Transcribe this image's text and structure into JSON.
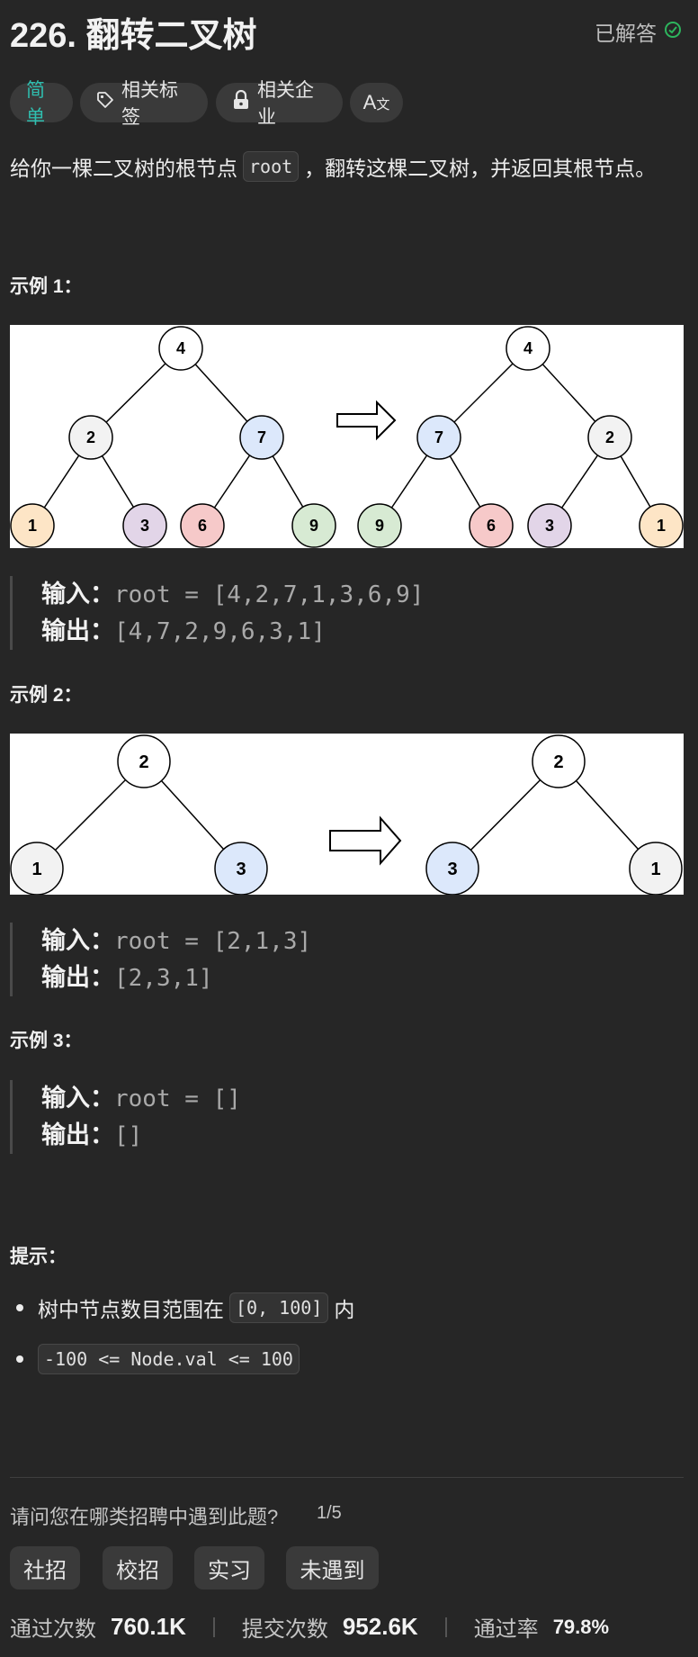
{
  "header": {
    "title": "226. 翻转二叉树",
    "solved_label": "已解答"
  },
  "chips": {
    "difficulty": "简单",
    "tags": "相关标签",
    "companies": "相关企业",
    "translate_icon": "Aあ"
  },
  "description": {
    "prefix": "给你一棵二叉树的根节点",
    "code": "root",
    "suffix": "，翻转这棵二叉树，并返回其根节点。"
  },
  "examples": [
    {
      "title": "示例 1：",
      "input_label": "输入：",
      "input": "root = [4,2,7,1,3,6,9]",
      "output_label": "输出：",
      "output": "[4,7,2,9,6,3,1]",
      "tree_before": [
        "4",
        "2",
        "7",
        "1",
        "3",
        "6",
        "9"
      ],
      "tree_after": [
        "4",
        "7",
        "2",
        "9",
        "6",
        "3",
        "1"
      ]
    },
    {
      "title": "示例 2：",
      "input_label": "输入：",
      "input": "root = [2,1,3]",
      "output_label": "输出：",
      "output": "[2,3,1]",
      "tree_before": [
        "2",
        "1",
        "3"
      ],
      "tree_after": [
        "2",
        "3",
        "1"
      ]
    },
    {
      "title": "示例 3：",
      "input_label": "输入：",
      "input": "root = []",
      "output_label": "输出：",
      "output": "[]"
    }
  ],
  "hints": {
    "title": "提示：",
    "item1_prefix": "树中节点数目范围在",
    "item1_code": "[0, 100]",
    "item1_suffix": "内",
    "item2_code": "-100 <= Node.val <= 100"
  },
  "recruit": {
    "question": "请问您在哪类招聘中遇到此题?",
    "count": "1/5",
    "options": [
      "社招",
      "校招",
      "实习",
      "未遇到"
    ]
  },
  "stats": {
    "accepted_label": "通过次数",
    "accepted": "760.1K",
    "submitted_label": "提交次数",
    "submitted": "952.6K",
    "rate_label": "通过率",
    "rate": "79.8%"
  },
  "colors": {
    "accent_easy": "#2fbfb0",
    "solved_check": "#2db55d",
    "node_orange": "#fde5c6",
    "node_purple": "#e2d5e8",
    "node_red": "#f6c9c9",
    "node_green": "#d7ead3",
    "node_blue": "#dce8fb",
    "node_gray": "#f2f2f2",
    "node_white": "#ffffff"
  },
  "icons": {
    "solved": "check-circle-icon",
    "tag": "tag-icon",
    "lock": "lock-icon",
    "translate": "translate-icon",
    "arrow": "right-arrow-icon"
  }
}
